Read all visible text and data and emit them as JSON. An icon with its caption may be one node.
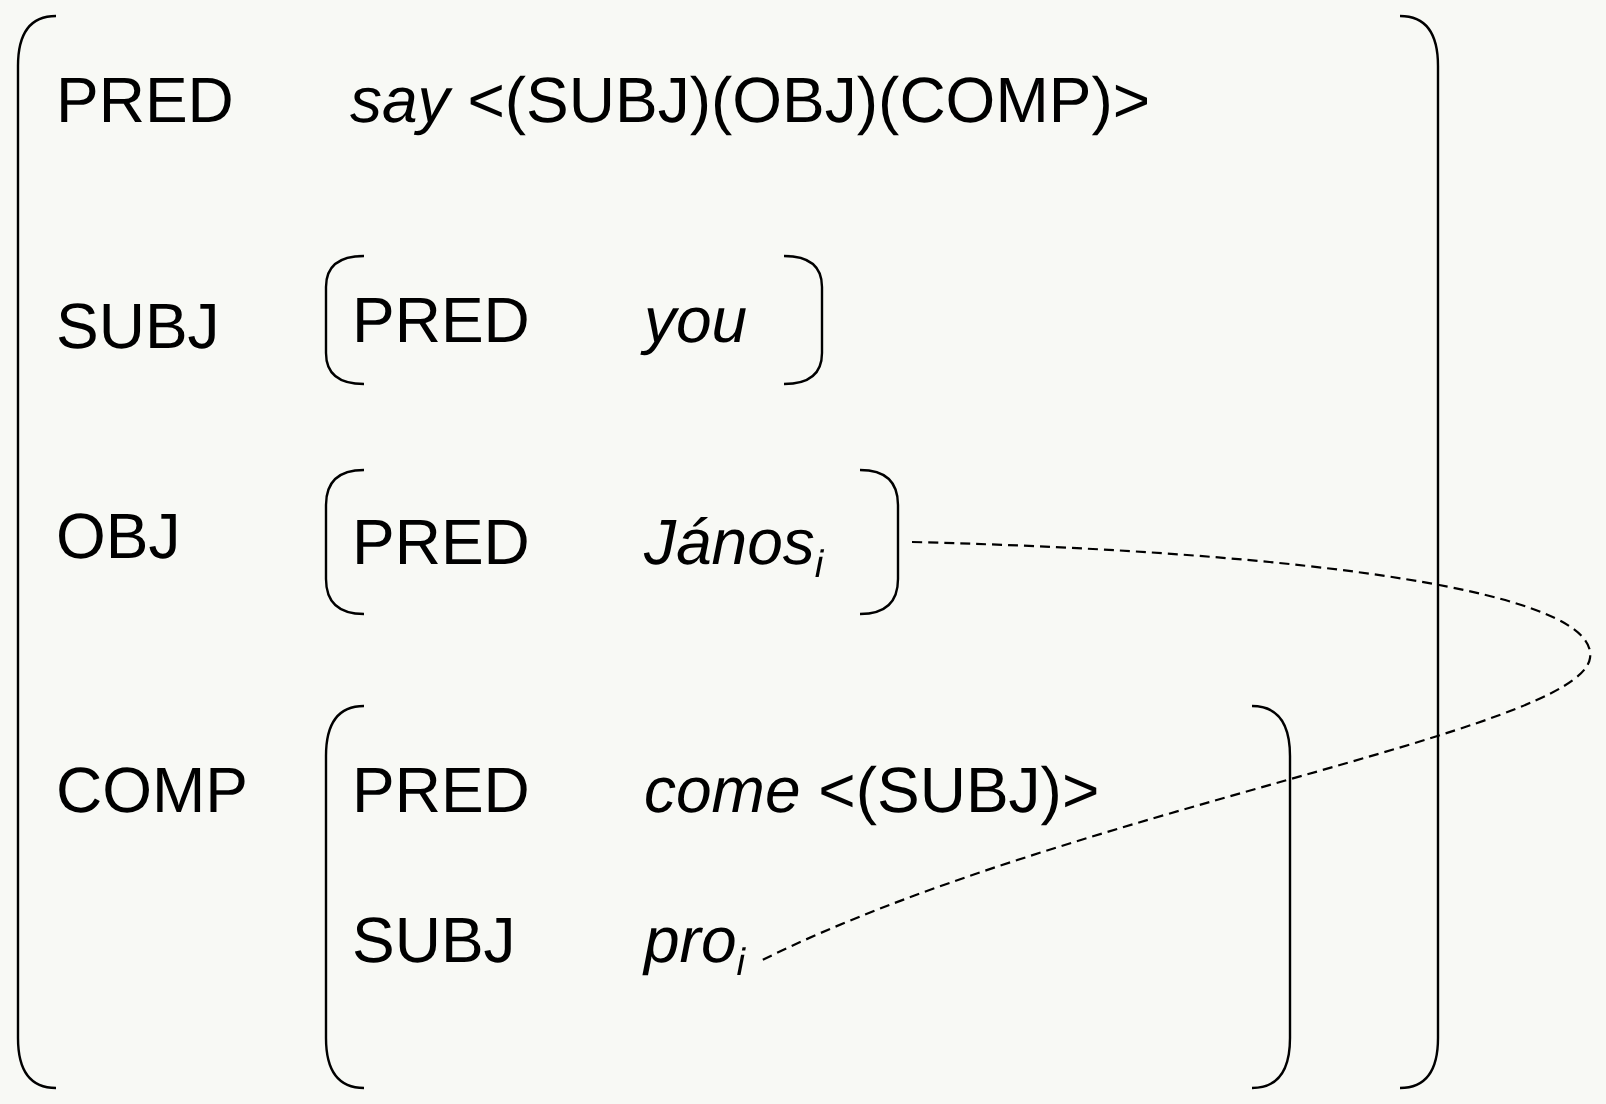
{
  "diagram": {
    "nodes": [
      {
        "text": [
          "PRED",
          "*say* <(SUBJ)(OBJ)(COMP)>",
          "SUBJ",
          "OBJ",
          "COMP"
        ]
      },
      {
        "text": [
          "PRED",
          "*you*"
        ],
        "in": 0
      },
      {
        "text": [
          "PRED",
          "*János*$_{i}$"
        ],
        "in": 0
      },
      {
        "text": [
          "PRED",
          "*come* <(SUBJ)>",
          "SUBJ"
        ],
        "in": 0
      },
      {
        "text": [
          "*pro*$_{i}$"
        ],
        "in": 3
      }
    ],
    "edges": [
      {
        "from": 2,
        "to": 4,
        "arrow": "none",
        "style": "dashed"
      }
    ]
  }
}
